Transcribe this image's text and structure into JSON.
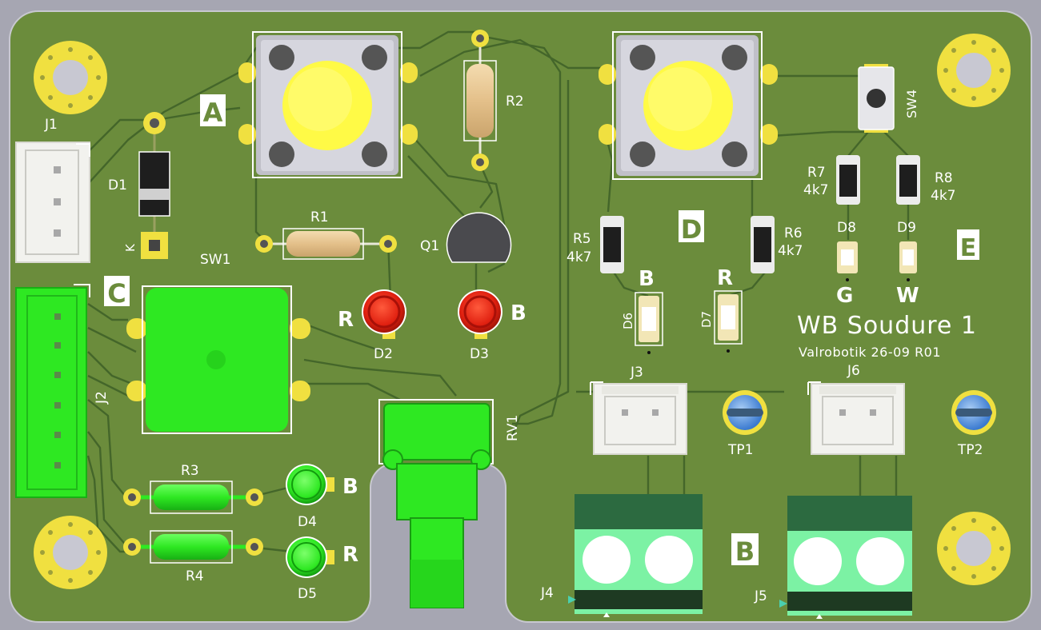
{
  "board": {
    "title": "WB Soudure 1",
    "subtitle": "Valrobotik 26-09  R01",
    "colors": {
      "background": "#a6a6b2",
      "board": "#6b8c3c",
      "trace": "#44662a",
      "silk": "#ffffff",
      "pad": "#e6d23c",
      "ring": "#f0e040",
      "led_red": "#e82414",
      "led_green": "#2ee822",
      "button_cap": "#fffa46",
      "connector_body": "#f2f2ee",
      "terminal_body": "#7cf2a4",
      "terminal_dark": "#2c6a40"
    }
  },
  "zones": {
    "a": "A",
    "b": "B",
    "c": "C",
    "d": "D",
    "e": "E"
  },
  "refs": {
    "j1": "J1",
    "j2": "J2",
    "j3": "J3",
    "j4": "J4",
    "j5": "J5",
    "j6": "J6",
    "d1": "D1",
    "d1_k": "K",
    "d2": "D2",
    "d3": "D3",
    "d4": "D4",
    "d5": "D5",
    "d6": "D6",
    "d7": "D7",
    "d8": "D8",
    "d9": "D9",
    "r1": "R1",
    "r2": "R2",
    "r3": "R3",
    "r4": "R4",
    "r5": "R5",
    "r6": "R6",
    "r7": "R7",
    "r8": "R8",
    "q1": "Q1",
    "sw1": "SW1",
    "sw4": "SW4",
    "rv1": "RV1",
    "tp1": "TP1",
    "tp2": "TP2"
  },
  "values": {
    "r5": "4k7",
    "r6": "4k7",
    "r7": "4k7",
    "r8": "4k7"
  },
  "led_marks": {
    "d2": "R",
    "d3": "B",
    "d4": "B",
    "d5": "R",
    "d6": "B",
    "d7": "R",
    "d8": "G",
    "d9": "W"
  }
}
